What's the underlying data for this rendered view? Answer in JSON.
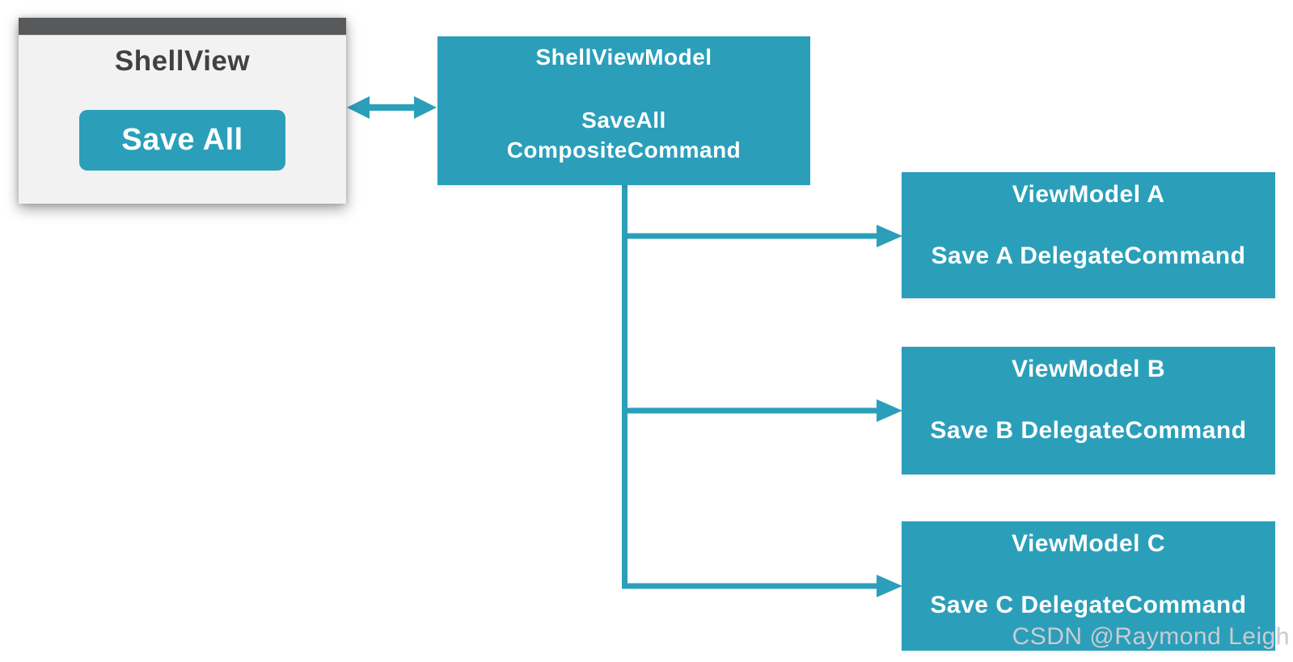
{
  "colors": {
    "teal_accent": "#2B9FBA",
    "titlebar_gray": "#58595B",
    "window_bg": "#F2F2F3",
    "window_text": "#414042",
    "watermark_gray": "#C7CDD3"
  },
  "shell_view": {
    "title": "ShellView",
    "save_button_label": "Save All"
  },
  "shell_view_model": {
    "title": "ShellViewModel",
    "command_lines": [
      "SaveAll",
      "CompositeCommand"
    ]
  },
  "view_models": [
    {
      "title": "ViewModel A",
      "command": "Save A DelegateCommand"
    },
    {
      "title": "ViewModel B",
      "command": "Save B DelegateCommand"
    },
    {
      "title": "ViewModel C",
      "command": "Save C DelegateCommand"
    }
  ],
  "watermark": "CSDN @Raymond Leigh"
}
